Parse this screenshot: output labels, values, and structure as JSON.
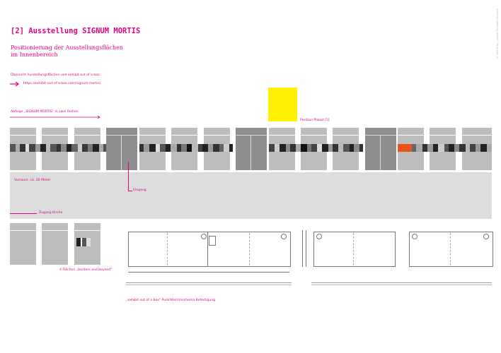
{
  "header": {
    "title": "[2] Ausstellung SIGNUM MORTIS",
    "subtitle_line1": "Positionierung der Ausstellungsflächen",
    "subtitle_line2": "im Innenbereich"
  },
  "links": {
    "overview_label": "Übersicht Ausstellungsflächen und exhibit out of a box:",
    "url": "https://exhibit-out-of-a-box.com/signum-mortis/"
  },
  "labels": {
    "sequence": "Abfolge „SIGNUM MORTIS\" in zwei Reihen",
    "poster": "Position Plakat [1]",
    "vorraum": "Vorraum, ca. 30 Meter",
    "eingang": "Eingang",
    "zugang": "Zugang Kirche",
    "flaechen": "4 Flächen „borders and beyond\"",
    "bottom_caption": "„exhibit out of a box\" Punktklemmschema Befestigung"
  },
  "credit": "© Wolf Burg | Layout Christoph Schmidt",
  "colors": {
    "accent": "#e6007e",
    "poster": "#ffef00",
    "panel": "#bdbdbd",
    "panel_dark": "#8e8e91",
    "room": "#dcdcdc"
  }
}
